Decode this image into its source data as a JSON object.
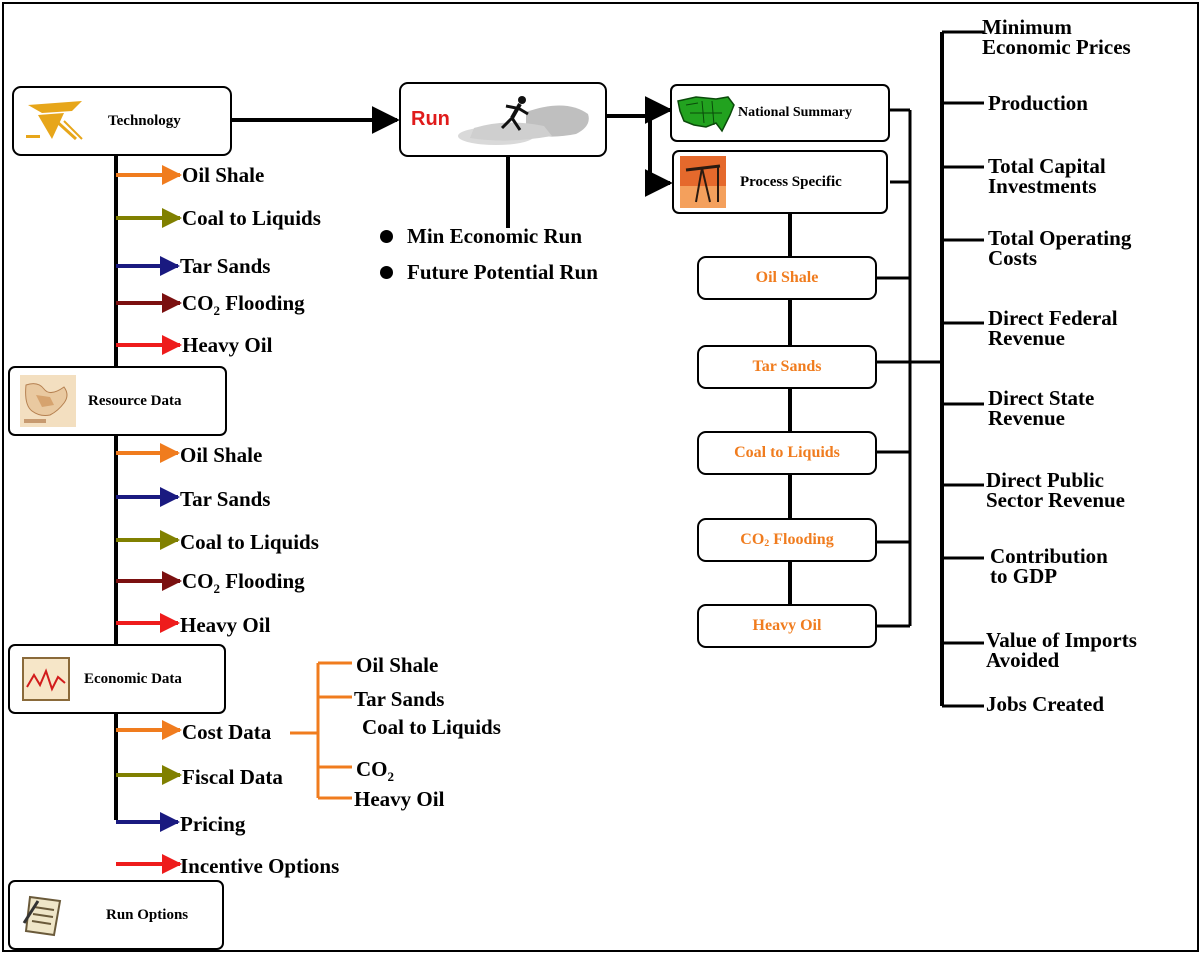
{
  "sources": {
    "technology": "Technology",
    "resource_data": "Resource Data",
    "economic_data": "Economic Data",
    "run_options": "Run Options"
  },
  "technology_items": [
    "Oil Shale",
    "Coal to Liquids",
    "Tar Sands",
    "CO",
    "Heavy Oil"
  ],
  "technology_co2_suffix": " Flooding",
  "resource_items": [
    "Oil Shale",
    "Tar Sands",
    "Coal to Liquids",
    "CO",
    "Heavy Oil"
  ],
  "resource_co2_suffix": " Flooding",
  "economic_items": [
    "Cost Data",
    "Fiscal Data",
    "Pricing",
    "Incentive Options"
  ],
  "cost_data_items": [
    "Oil Shale",
    "Tar Sands",
    "Coal to Liquids",
    "CO",
    "Heavy Oil"
  ],
  "subscript_2": "2",
  "run": {
    "label": "Run",
    "options": [
      "Min Economic Run",
      "Future Potential Run"
    ]
  },
  "reports": {
    "national_summary": "National Summary",
    "process_specific": "Process Specific"
  },
  "processes": [
    "Oil Shale",
    "Tar Sands",
    "Coal to Liquids",
    "CO",
    "Heavy Oil"
  ],
  "process_co2_suffix": " Flooding",
  "outputs": [
    [
      "Minimum",
      "Economic Prices"
    ],
    [
      "Production"
    ],
    [
      "Total Capital",
      "Investments"
    ],
    [
      "Total Operating",
      "Costs"
    ],
    [
      "Direct Federal",
      "Revenue"
    ],
    [
      "Direct State",
      "Revenue"
    ],
    [
      "Direct Public",
      "Sector Revenue"
    ],
    [
      "Contribution",
      "to GDP"
    ],
    [
      "Value of Imports",
      "Avoided"
    ],
    [
      "Jobs Created"
    ]
  ],
  "colors": {
    "orange": "#f07c1e",
    "olive": "#808000",
    "navy": "#1a1a80",
    "maroon": "#7b1010",
    "red": "#ee1c1c",
    "run_red": "#e01b1b"
  },
  "icons": {
    "technology": "engineer-hardhat-icon",
    "resource_data": "resource-map-icon",
    "economic_data": "line-chart-icon",
    "run_options": "notepad-pen-icon",
    "run": "running-man-icon",
    "national_summary": "us-map-icon",
    "process_specific": "pump-jack-icon"
  }
}
